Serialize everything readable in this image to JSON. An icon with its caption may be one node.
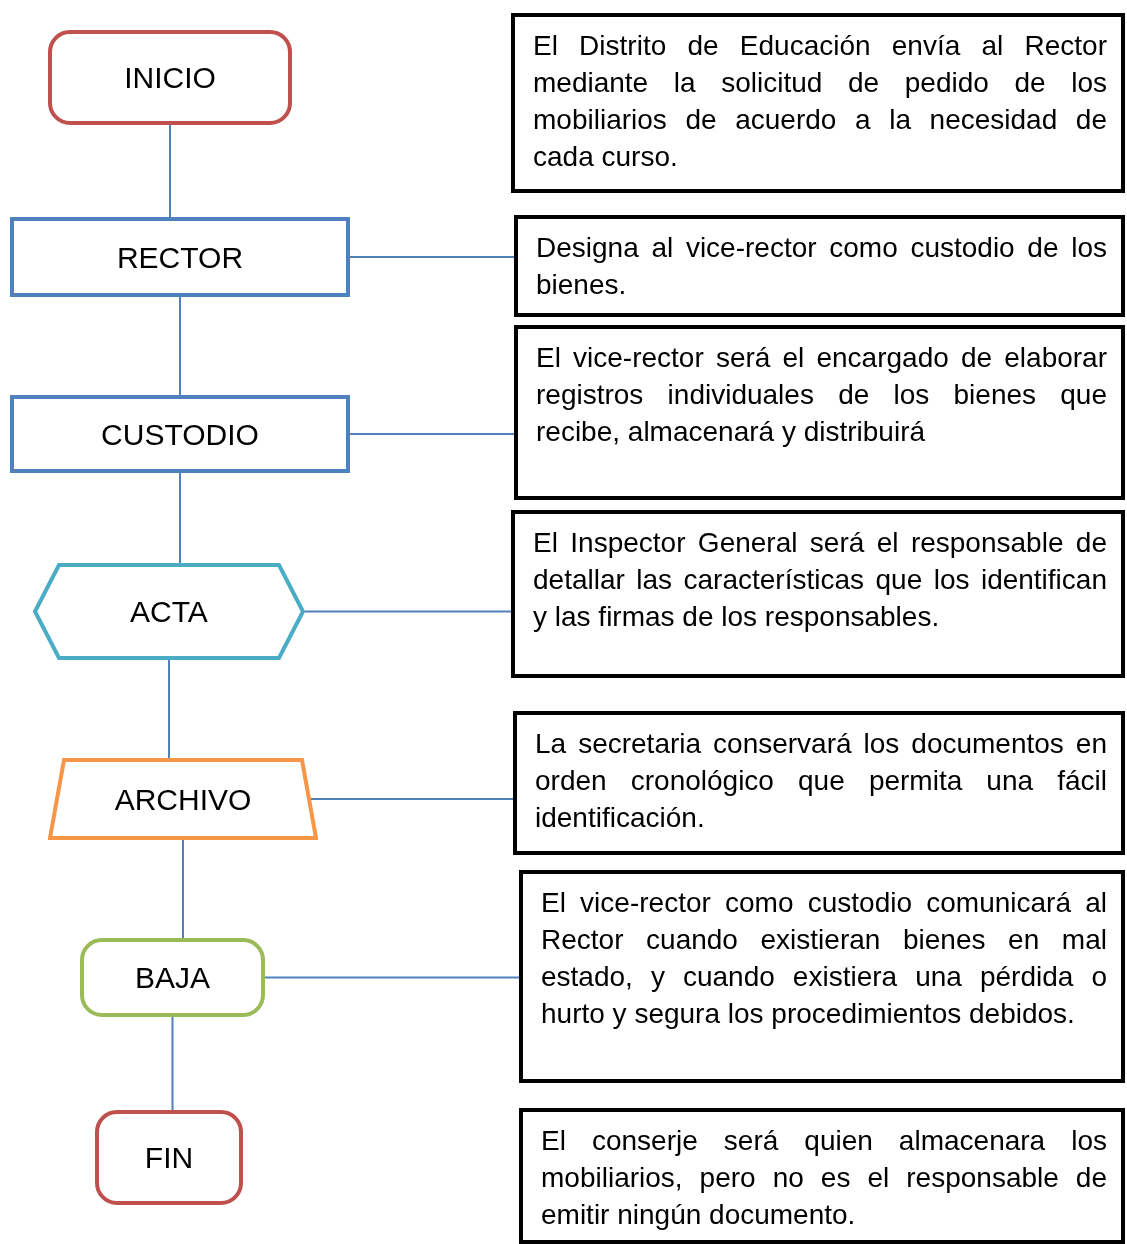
{
  "diagram": {
    "nodes": [
      {
        "text": [
          "INICIO"
        ]
      },
      {
        "text": [
          "El Distrito de Educación envía al Rector mediante la solicitud de pedido de los mobiliarios de acuerdo a la necesidad de cada curso."
        ]
      },
      {
        "text": [
          "RECTOR"
        ]
      },
      {
        "text": [
          "Designa al vice-rector como custodio de los bienes."
        ]
      },
      {
        "text": [
          "CUSTODIO"
        ]
      },
      {
        "text": [
          "El vice-rector será el encargado de elaborar registros individuales de los bienes que recibe, almacenará y distribuirá"
        ]
      },
      {
        "text": [
          "ACTA"
        ]
      },
      {
        "text": [
          "El Inspector General será el responsable de detallar las características que los identifican y las firmas de los responsables."
        ]
      },
      {
        "text": [
          "ARCHIVO"
        ]
      },
      {
        "text": [
          "La secretaria conservará los documentos en orden cronológico que permita una fácil identificación."
        ]
      },
      {
        "text": [
          "BAJA"
        ]
      },
      {
        "text": [
          "El vice-rector como custodio comunicará al Rector cuando existieran bienes en mal estado, y cuando existiera una pérdida o hurto y segura los procedimientos debidos."
        ]
      },
      {
        "text": [
          "FIN"
        ]
      },
      {
        "text": [
          "El conserje será quien almacenara los mobiliarios, pero no es el responsable de emitir ningún documento."
        ]
      }
    ],
    "edges": [
      {
        "from": 0,
        "to": 2,
        "arrow": "none"
      },
      {
        "from": 2,
        "to": 4,
        "arrow": "none"
      },
      {
        "from": 4,
        "to": 6,
        "arrow": "none"
      },
      {
        "from": 6,
        "to": 8,
        "arrow": "none"
      },
      {
        "from": 8,
        "to": 10,
        "arrow": "none"
      },
      {
        "from": 10,
        "to": 12,
        "arrow": "none"
      },
      {
        "from": 2,
        "to": 3,
        "arrow": "none"
      },
      {
        "from": 4,
        "to": 5,
        "arrow": "none"
      },
      {
        "from": 6,
        "to": 7,
        "arrow": "none"
      },
      {
        "from": 8,
        "to": 9,
        "arrow": "none"
      },
      {
        "from": 10,
        "to": 11,
        "arrow": "none"
      }
    ]
  }
}
